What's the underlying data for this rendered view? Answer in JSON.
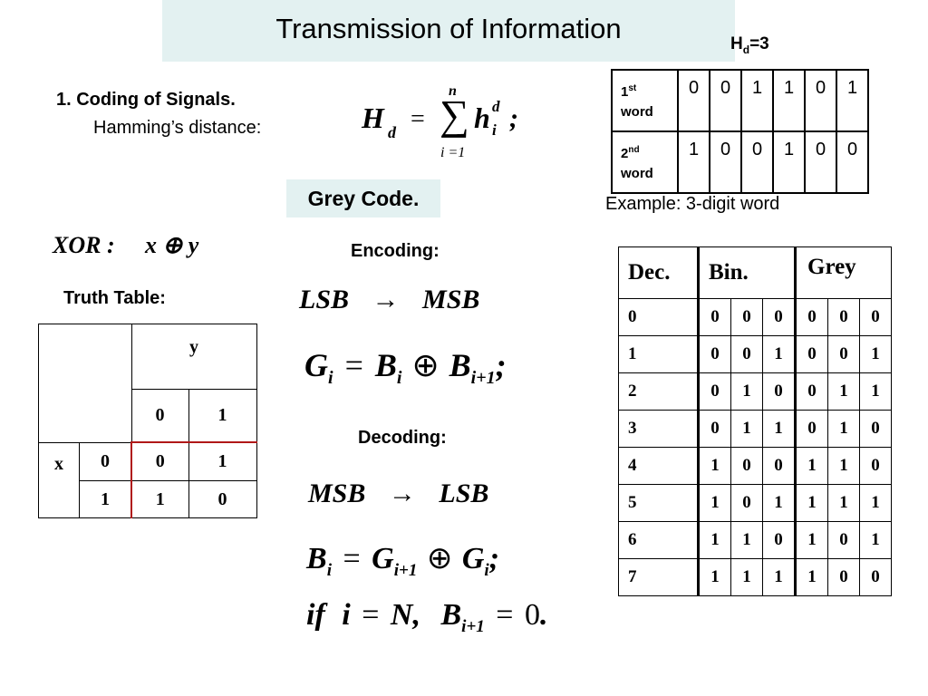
{
  "title": "Transmission of Information",
  "hd_label": {
    "main": "H",
    "sub": "d",
    "rest": "=3"
  },
  "section": {
    "heading": "1. Coding of Signals.",
    "hamming_label": "Hamming’s distance:"
  },
  "hamming_formula": {
    "lhs": "H",
    "lhs_sub": "d",
    "eq": "=",
    "upper": "n",
    "sigma": "∑",
    "lower": "i =1",
    "term": "h",
    "term_sup": "d",
    "term_sub": "i",
    "end": ";"
  },
  "words": [
    {
      "label_num": "1",
      "label_sup": "st",
      "label_word": "word",
      "bits": [
        "0",
        "0",
        "1",
        "1",
        "0",
        "1"
      ]
    },
    {
      "label_num": "2",
      "label_sup": "nd",
      "label_word": "word",
      "bits": [
        "1",
        "0",
        "0",
        "1",
        "0",
        "0"
      ]
    }
  ],
  "example_text": "Example: 3-digit word",
  "grey_code_label": "Grey Code.",
  "xor": {
    "label": "XOR :",
    "expr": "x ⊕ y"
  },
  "truth_table": {
    "label": "Truth Table:",
    "y_header": "y",
    "y_values": [
      "0",
      "1"
    ],
    "x_header": "x",
    "rows": [
      {
        "x": "0",
        "values": [
          "0",
          "1"
        ]
      },
      {
        "x": "1",
        "values": [
          "1",
          "0"
        ]
      }
    ]
  },
  "encoding": {
    "label": "Encoding:",
    "direction": {
      "from": "LSB",
      "arrow": "→",
      "to": "MSB"
    },
    "formula": {
      "g": "G",
      "g_sub": "i",
      "eq": "=",
      "b1": "B",
      "b1_sub": "i",
      "op": "⊕",
      "b2": "B",
      "b2_sub": "i+1",
      "end": ";"
    }
  },
  "decoding": {
    "label": "Decoding:",
    "direction": {
      "from": "MSB",
      "arrow": "→",
      "to": "LSB"
    },
    "formula": {
      "b": "B",
      "b_sub": "i",
      "eq": "=",
      "g1": "G",
      "g1_sub": "i+1",
      "op": "⊕",
      "g2": "G",
      "g2_sub": "i",
      "end": ";"
    },
    "condition": {
      "if": "if",
      "i": "i",
      "eq": "=",
      "n": "N",
      "comma": ",",
      "b": "B",
      "b_sub": "i+1",
      "eq2": "=",
      "zero": "0",
      "end": "."
    }
  },
  "grey_table": {
    "headers": {
      "dec": "Dec.",
      "bin": "Bin.",
      "grey": "Grey"
    },
    "rows": [
      {
        "dec": "0",
        "bin": [
          "0",
          "0",
          "0"
        ],
        "grey": [
          "0",
          "0",
          "0"
        ]
      },
      {
        "dec": "1",
        "bin": [
          "0",
          "0",
          "1"
        ],
        "grey": [
          "0",
          "0",
          "1"
        ]
      },
      {
        "dec": "2",
        "bin": [
          "0",
          "1",
          "0"
        ],
        "grey": [
          "0",
          "1",
          "1"
        ]
      },
      {
        "dec": "3",
        "bin": [
          "0",
          "1",
          "1"
        ],
        "grey": [
          "0",
          "1",
          "0"
        ]
      },
      {
        "dec": "4",
        "bin": [
          "1",
          "0",
          "0"
        ],
        "grey": [
          "1",
          "1",
          "0"
        ]
      },
      {
        "dec": "5",
        "bin": [
          "1",
          "0",
          "1"
        ],
        "grey": [
          "1",
          "1",
          "1"
        ]
      },
      {
        "dec": "6",
        "bin": [
          "1",
          "1",
          "0"
        ],
        "grey": [
          "1",
          "0",
          "1"
        ]
      },
      {
        "dec": "7",
        "bin": [
          "1",
          "1",
          "1"
        ],
        "grey": [
          "1",
          "0",
          "0"
        ]
      }
    ]
  }
}
